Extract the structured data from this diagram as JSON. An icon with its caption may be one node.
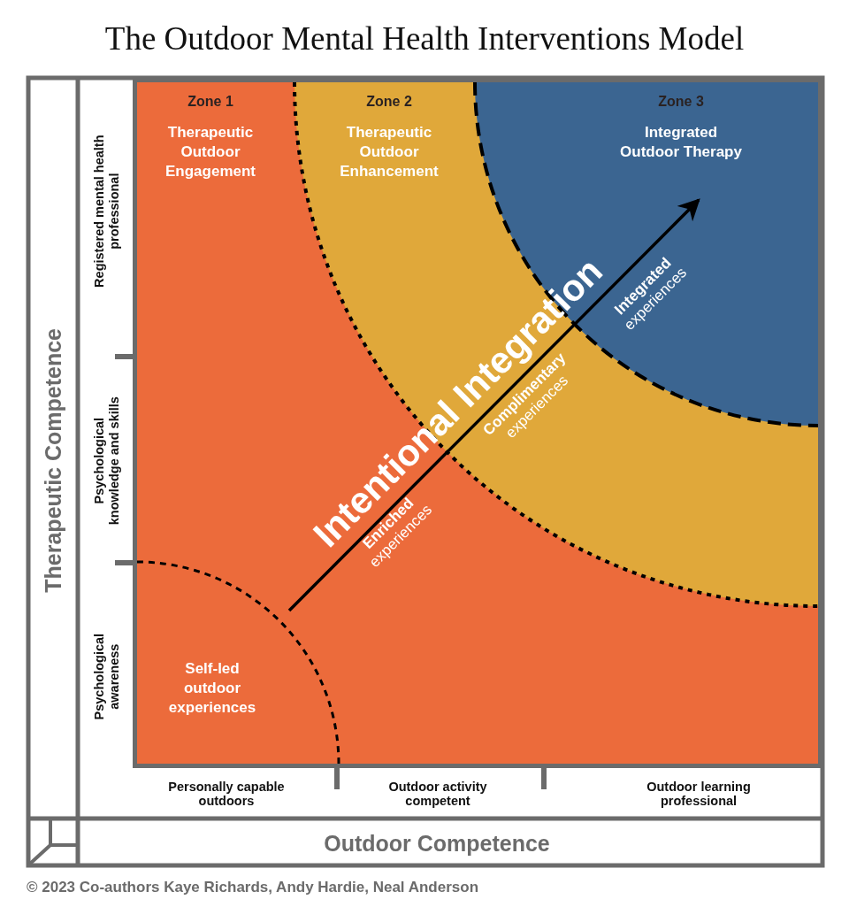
{
  "diagram": {
    "title": "The Outdoor Mental Health Interventions Model",
    "caption": "© 2023 Co-authors Kaye Richards, Andy Hardie, Neal Anderson",
    "nodes": [
      {
        "text": [
          "Zone 1",
          "Therapeutic Outdoor Engagement"
        ]
      },
      {
        "text": [
          "Zone 2",
          "Therapeutic Outdoor Enhancement"
        ],
        "in": 0
      },
      {
        "text": [
          "Zone 3",
          "Integrated Outdoor Therapy"
        ],
        "in": 1
      },
      {
        "text": [
          "Self-led outdoor experiences"
        ],
        "in": 0
      }
    ],
    "edges": [
      {
        "from": 3,
        "to": 2,
        "arrow": "to"
      }
    ],
    "labels": [
      "Therapeutic Competence",
      "Registered mental health professional",
      "Psychological knowledge and skills",
      "Psychological awareness",
      "Intentional Integration",
      "**Integrated** experiences",
      "**Complimentary** experiences",
      "**Enriched** experiences",
      "Personally capable outdoors",
      "Outdoor activity competent",
      "Outdoor learning professional",
      "Outdoor Competence"
    ]
  }
}
